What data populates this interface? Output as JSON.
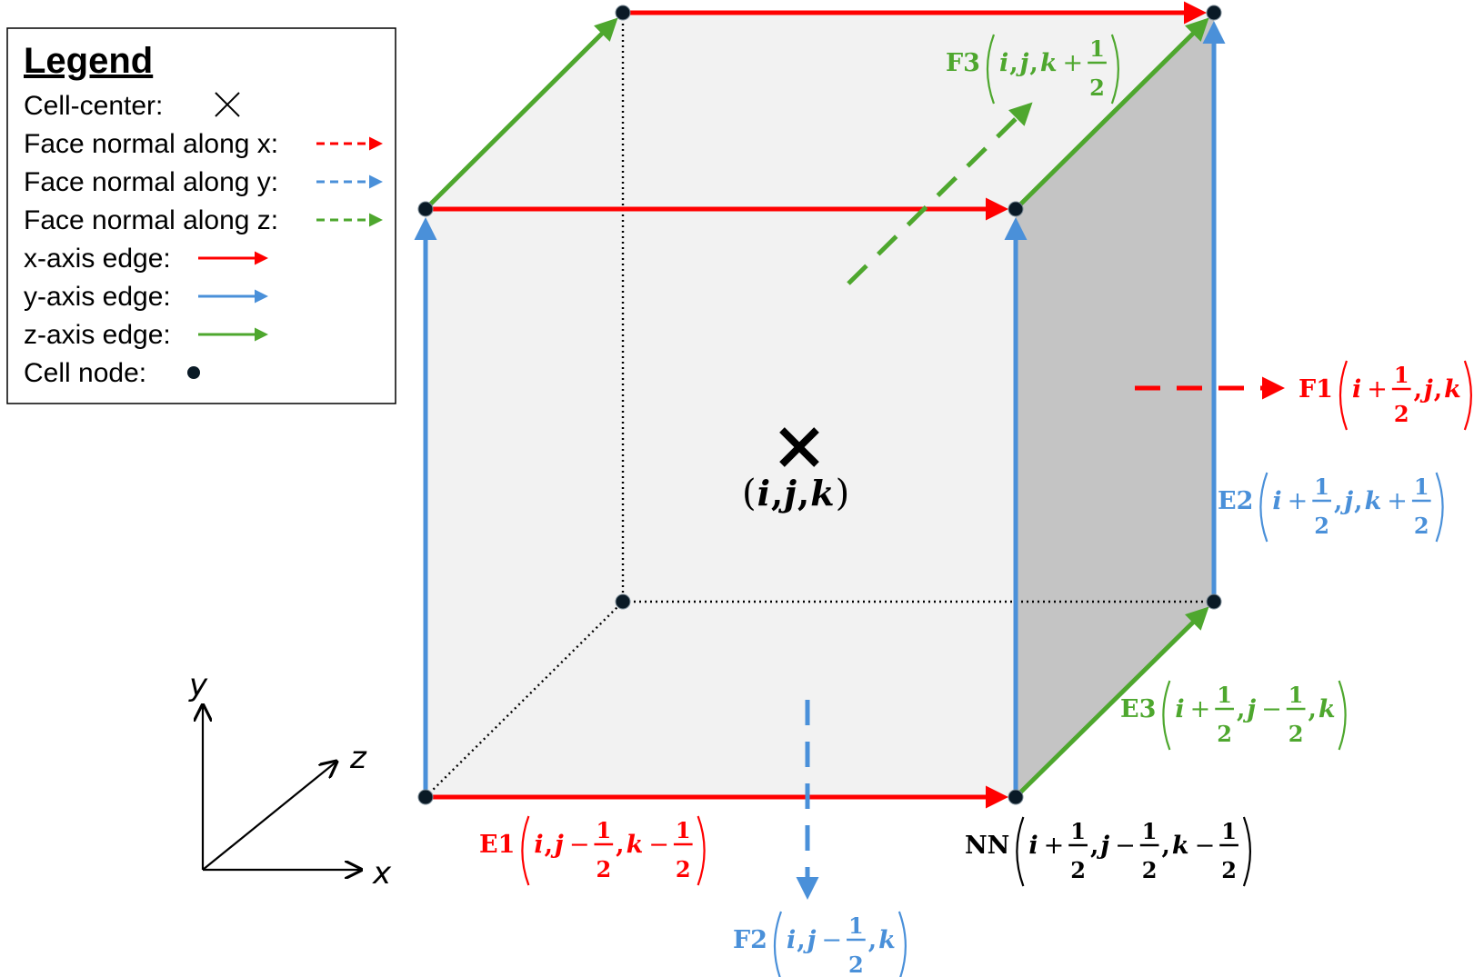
{
  "colors": {
    "red": "#ff0000",
    "blue": "#4a90d9",
    "green": "#4ea72e",
    "black": "#000000",
    "node": "#0a1a26",
    "face_front": "#f2f2f2",
    "face_side": "#c4c4c4"
  },
  "legend": {
    "title": "Legend",
    "items": [
      {
        "label": "Cell-center:",
        "symbol": "cross-icon"
      },
      {
        "label": "Face normal along x:",
        "symbol": "dashed-arrow-icon",
        "color": "#ff0000"
      },
      {
        "label": "Face normal along y:",
        "symbol": "dashed-arrow-icon",
        "color": "#4a90d9"
      },
      {
        "label": "Face normal along z:",
        "symbol": "dashed-arrow-icon",
        "color": "#4ea72e"
      },
      {
        "label": "x-axis edge:",
        "symbol": "solid-arrow-icon",
        "color": "#ff0000"
      },
      {
        "label": "y-axis edge:",
        "symbol": "solid-arrow-icon",
        "color": "#4a90d9"
      },
      {
        "label": "z-axis edge:",
        "symbol": "solid-arrow-icon",
        "color": "#4ea72e"
      },
      {
        "label": "Cell node:",
        "symbol": "node-dot-icon"
      }
    ]
  },
  "axes": {
    "x": "x",
    "y": "y",
    "z": "z"
  },
  "center_label": {
    "parts": [
      {
        "t": "(",
        "c": "paren"
      },
      {
        "t": "i",
        "c": "m"
      },
      {
        "t": ",",
        "c": "mu"
      },
      {
        "t": "j",
        "c": "m"
      },
      {
        "t": ",",
        "c": "mu"
      },
      {
        "t": "k",
        "c": "m"
      },
      {
        "t": ")",
        "c": "paren"
      }
    ]
  },
  "labels": {
    "F1": {
      "name": "F1",
      "color": "#ff0000",
      "args": [
        [
          "i",
          "+",
          {
            "frac": [
              "1",
              "2"
            ]
          }
        ],
        [
          "j"
        ],
        [
          "k"
        ]
      ]
    },
    "F2": {
      "name": "F2",
      "color": "#4a90d9",
      "args": [
        [
          "i"
        ],
        [
          "j",
          "−",
          {
            "frac": [
              "1",
              "2"
            ]
          }
        ],
        [
          "k"
        ]
      ]
    },
    "F3": {
      "name": "F3",
      "color": "#4ea72e",
      "args": [
        [
          "i"
        ],
        [
          "j"
        ],
        [
          "k",
          "+",
          {
            "frac": [
              "1",
              "2"
            ]
          }
        ]
      ]
    },
    "E1": {
      "name": "E1",
      "color": "#ff0000",
      "args": [
        [
          "i"
        ],
        [
          "j",
          "−",
          {
            "frac": [
              "1",
              "2"
            ]
          }
        ],
        [
          "k",
          "−",
          {
            "frac": [
              "1",
              "2"
            ]
          }
        ]
      ]
    },
    "E2": {
      "name": "E2",
      "color": "#4a90d9",
      "args": [
        [
          "i",
          "+",
          {
            "frac": [
              "1",
              "2"
            ]
          }
        ],
        [
          "j"
        ],
        [
          "k",
          "+",
          {
            "frac": [
              "1",
              "2"
            ]
          }
        ]
      ]
    },
    "E3": {
      "name": "E3",
      "color": "#4ea72e",
      "args": [
        [
          "i",
          "+",
          {
            "frac": [
              "1",
              "2"
            ]
          }
        ],
        [
          "j",
          "−",
          {
            "frac": [
              "1",
              "2"
            ]
          }
        ],
        [
          "k"
        ]
      ]
    },
    "NN": {
      "name": "NN",
      "color": "#000000",
      "args": [
        [
          "i",
          "+",
          {
            "frac": [
              "1",
              "2"
            ]
          }
        ],
        [
          "j",
          "−",
          {
            "frac": [
              "1",
              "2"
            ]
          }
        ],
        [
          "k",
          "−",
          {
            "frac": [
              "1",
              "2"
            ]
          }
        ]
      ]
    }
  }
}
